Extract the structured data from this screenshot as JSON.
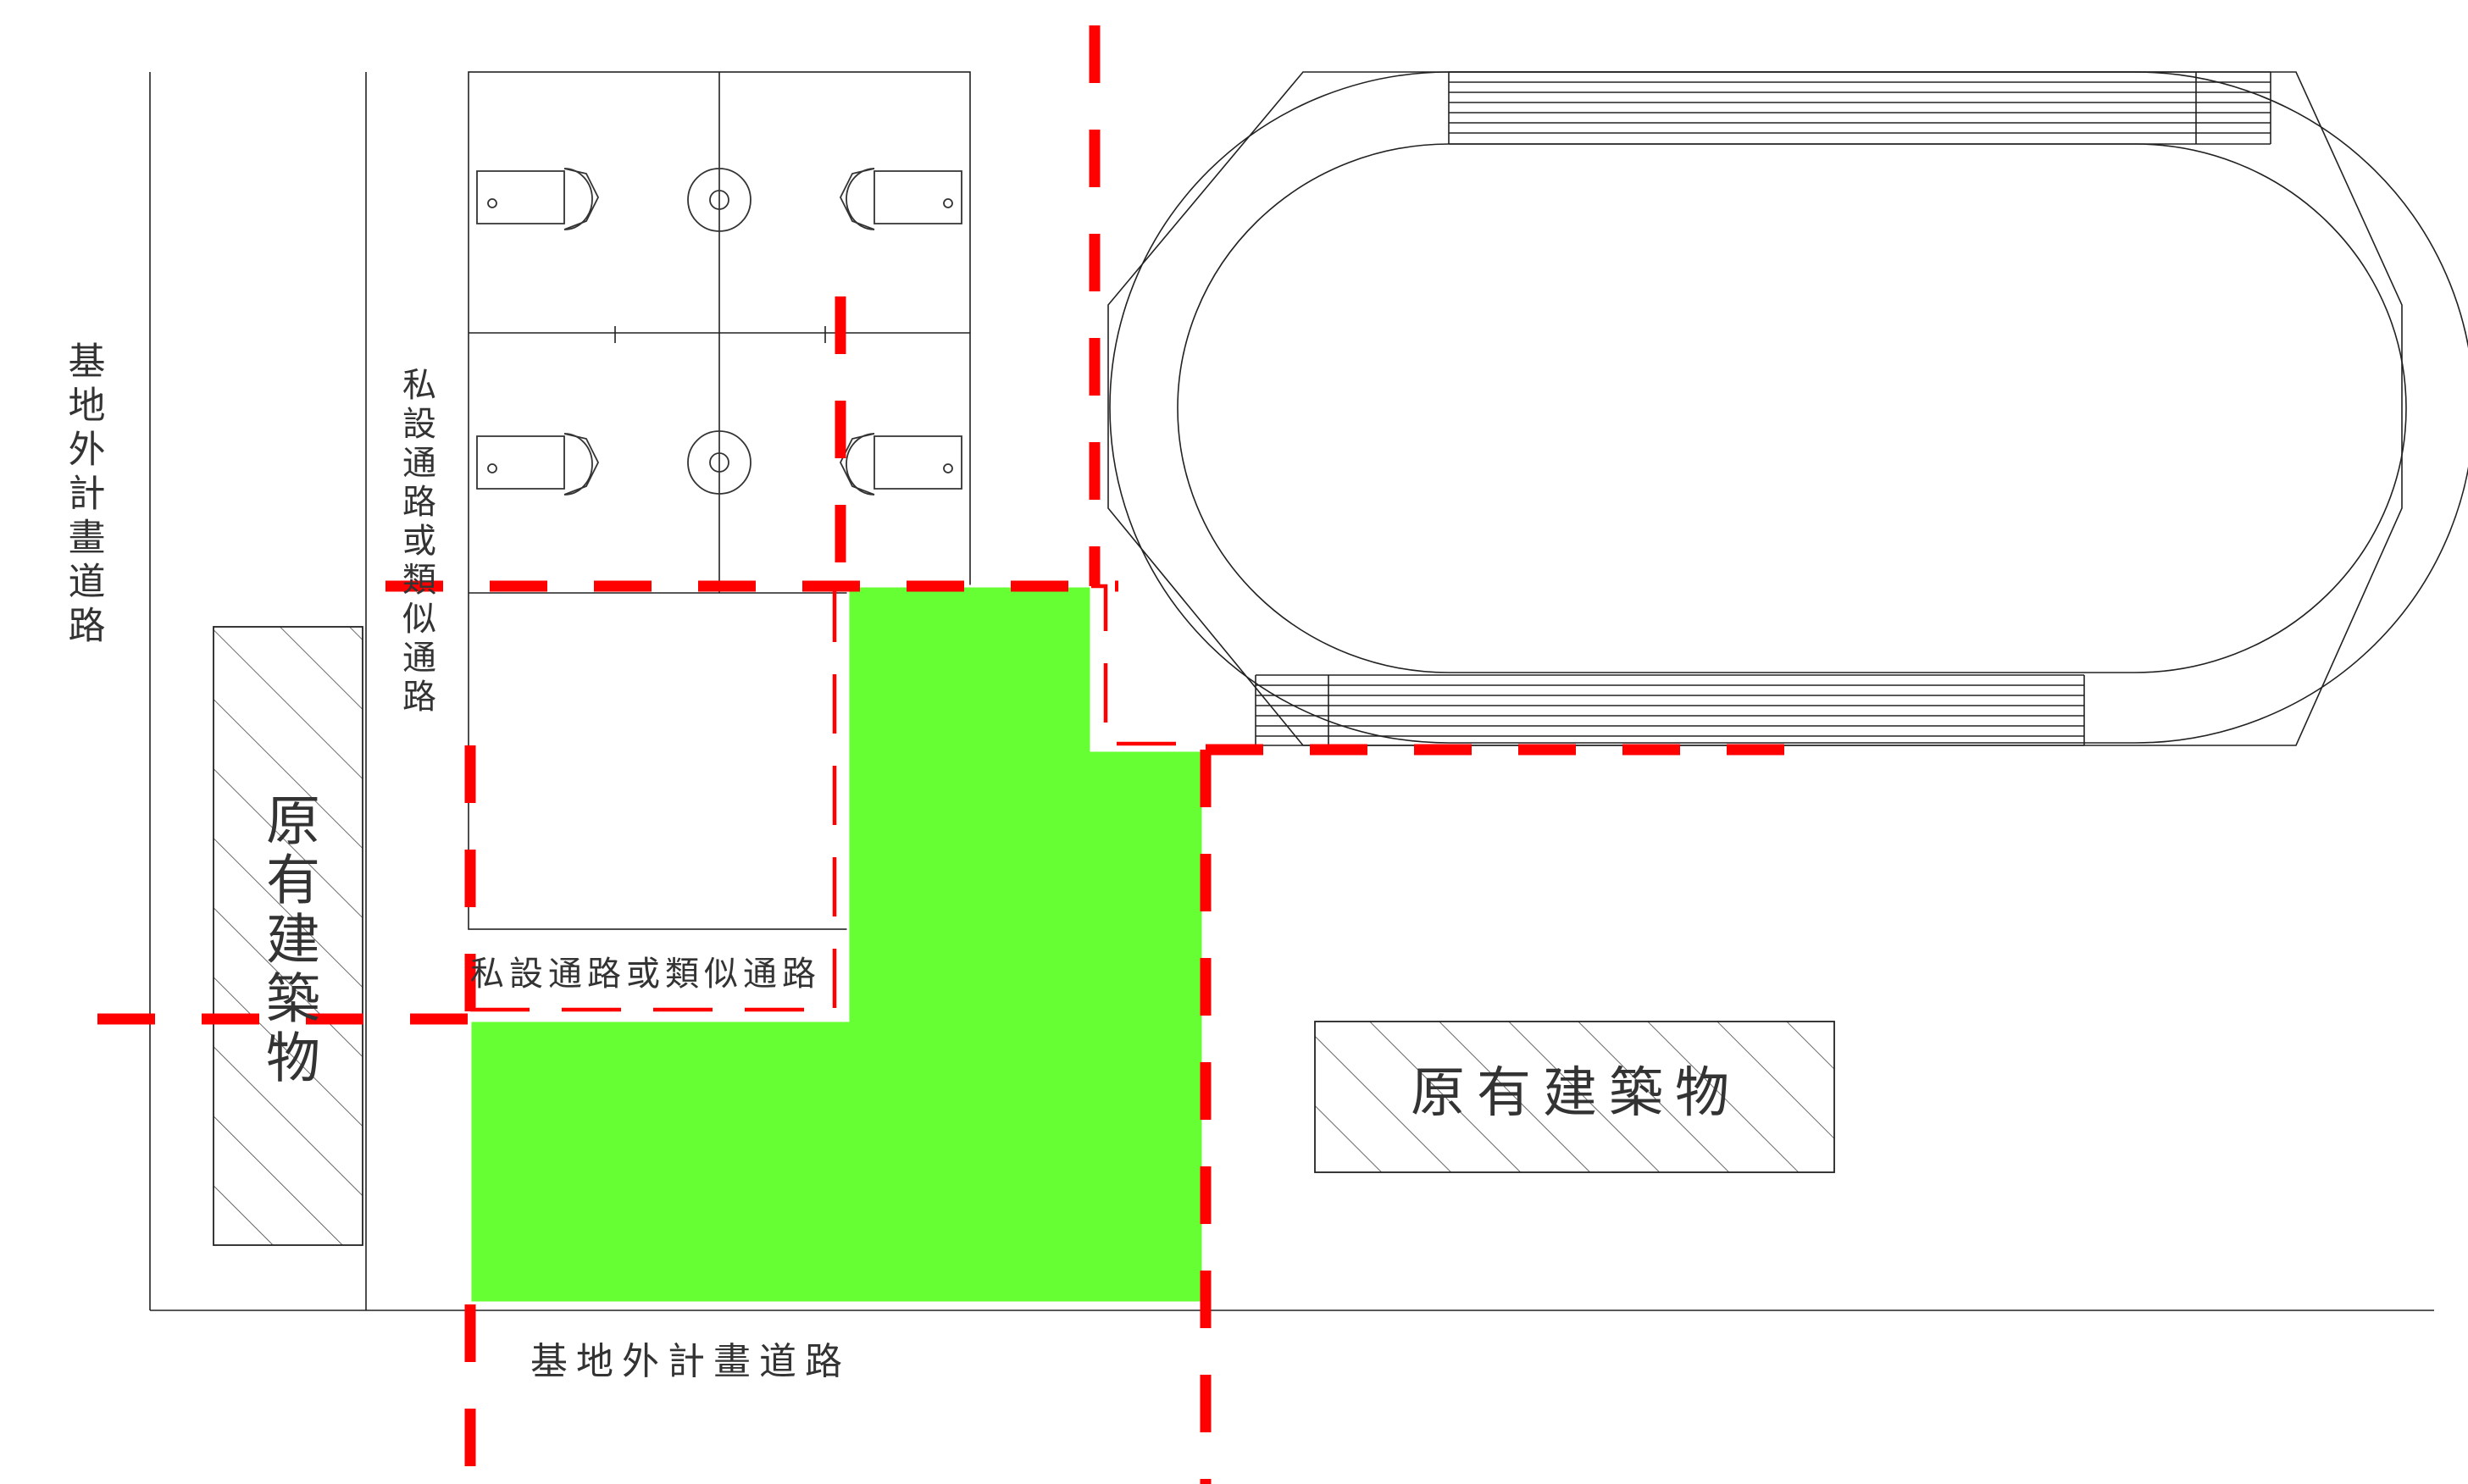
{
  "labels": {
    "road_outside_left": "基地外計畫道路",
    "road_outside_bottom": "基地外計畫道路",
    "private_road_vertical": "私設通路或類似通路",
    "private_road_horizontal": "私設通路或類似通路",
    "existing_building_left": "原有建築物",
    "existing_building_right": "原有建築物"
  },
  "colors": {
    "site_fill": "#66ff33",
    "boundary_dash": "#ff0000",
    "linework": "#222222",
    "background": "#ffffff"
  }
}
